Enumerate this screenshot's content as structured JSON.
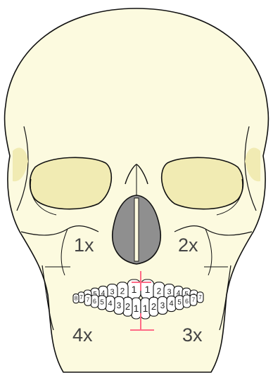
{
  "colors": {
    "bone": "#fcfadf",
    "orbit": "#f1ebb3",
    "nasal": "#8f8f8f",
    "outline": "#111111",
    "midline": "#ff6b86",
    "tooth": "#ffffff"
  },
  "quadrants": {
    "upper_right": "1x",
    "upper_left": "2x",
    "lower_left": "3x",
    "lower_right": "4x"
  },
  "teeth": {
    "upper_right": [
      "1",
      "2",
      "3",
      "4",
      "5",
      "6",
      "7",
      "8"
    ],
    "upper_left": [
      "1",
      "2",
      "3",
      "4",
      "5",
      "6",
      "7"
    ],
    "lower_left": [
      "1",
      "2",
      "3",
      "4",
      "5",
      "6",
      "7"
    ],
    "lower_right": [
      "1",
      "2",
      "3",
      "4",
      "5",
      "6",
      "7"
    ]
  }
}
